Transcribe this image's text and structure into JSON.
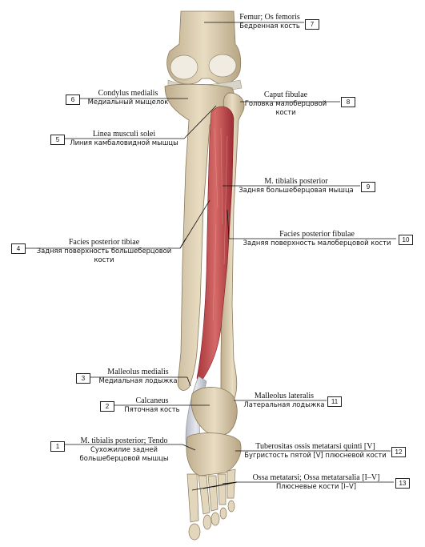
{
  "labels": [
    {
      "num": "1",
      "latin": "M. tibialis posterior; Tendo",
      "russian": [
        "Сухожилие задней",
        "большеберцовой мышцы"
      ]
    },
    {
      "num": "2",
      "latin": "Calcaneus",
      "russian": [
        "Пяточная кость"
      ]
    },
    {
      "num": "3",
      "latin": "Malleolus medialis",
      "russian": [
        "Медиальная лодыжка"
      ]
    },
    {
      "num": "4",
      "latin": "Facies posterior tibiae",
      "russian": [
        "Задняя поверхность большеберцовой кости"
      ]
    },
    {
      "num": "5",
      "latin": "Linea musculi solei",
      "russian": [
        "Линия камбаловидной мышцы"
      ]
    },
    {
      "num": "6",
      "latin": "Condylus medialis",
      "russian": [
        "Медиальный мыщелок"
      ]
    },
    {
      "num": "7",
      "latin": "Femur; Os femoris",
      "russian": [
        "Бедренная кость"
      ]
    },
    {
      "num": "8",
      "latin": "Caput fibulae",
      "russian": [
        "Головка малоберцовой",
        "кости"
      ]
    },
    {
      "num": "9",
      "latin": "M. tibialis posterior",
      "russian": [
        "Задняя большеберцовая мышца"
      ]
    },
    {
      "num": "10",
      "latin": "Facies posterior fibulae",
      "russian": [
        "Задняя поверхность малоберцовой кости"
      ]
    },
    {
      "num": "11",
      "latin": "Malleolus lateralis",
      "russian": [
        "Латеральная лодыжка"
      ]
    },
    {
      "num": "12",
      "latin": "Tuberositas ossis metatarsi quinti [V]",
      "russian": [
        "Бугристость пятой [V] плюсневой кости"
      ]
    },
    {
      "num": "13",
      "latin": "Ossa metatarsi; Ossa metatarsalia [I–V]",
      "russian": [
        "Плюсневые кости [I–V]"
      ]
    }
  ]
}
